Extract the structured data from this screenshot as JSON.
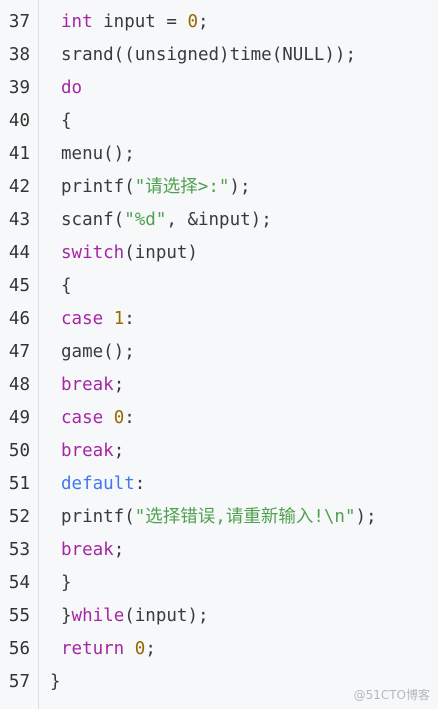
{
  "colors": {
    "keyword": "#a626a4",
    "builtin": "#4078f2",
    "number": "#986801",
    "string": "#50a14f",
    "text": "#383a42"
  },
  "lines": [
    {
      "n": "37",
      "tokens": [
        {
          "t": "int",
          "c": "kw"
        },
        {
          "t": " input = ",
          "c": "txt"
        },
        {
          "t": "0",
          "c": "num"
        },
        {
          "t": ";",
          "c": "txt"
        }
      ]
    },
    {
      "n": "38",
      "tokens": [
        {
          "t": "srand((unsigned)time(NULL));",
          "c": "txt"
        }
      ]
    },
    {
      "n": "39",
      "tokens": [
        {
          "t": "do",
          "c": "kw"
        }
      ]
    },
    {
      "n": "40",
      "tokens": [
        {
          "t": "{",
          "c": "txt"
        }
      ]
    },
    {
      "n": "41",
      "tokens": [
        {
          "t": "menu();",
          "c": "txt"
        }
      ]
    },
    {
      "n": "42",
      "tokens": [
        {
          "t": "printf(",
          "c": "txt"
        },
        {
          "t": "\"请选择>:\"",
          "c": "str"
        },
        {
          "t": ");",
          "c": "txt"
        }
      ]
    },
    {
      "n": "43",
      "tokens": [
        {
          "t": "scanf(",
          "c": "txt"
        },
        {
          "t": "\"%d\"",
          "c": "str"
        },
        {
          "t": ", &input);",
          "c": "txt"
        }
      ]
    },
    {
      "n": "44",
      "tokens": [
        {
          "t": "switch",
          "c": "kw"
        },
        {
          "t": "(input)",
          "c": "txt"
        }
      ]
    },
    {
      "n": "45",
      "tokens": [
        {
          "t": "{",
          "c": "txt"
        }
      ]
    },
    {
      "n": "46",
      "tokens": [
        {
          "t": "case",
          "c": "kw"
        },
        {
          "t": " ",
          "c": "txt"
        },
        {
          "t": "1",
          "c": "num"
        },
        {
          "t": ":",
          "c": "txt"
        }
      ]
    },
    {
      "n": "47",
      "tokens": [
        {
          "t": "game();",
          "c": "txt"
        }
      ]
    },
    {
      "n": "48",
      "tokens": [
        {
          "t": "break",
          "c": "kw"
        },
        {
          "t": ";",
          "c": "txt"
        }
      ]
    },
    {
      "n": "49",
      "tokens": [
        {
          "t": "case",
          "c": "kw"
        },
        {
          "t": " ",
          "c": "txt"
        },
        {
          "t": "0",
          "c": "num"
        },
        {
          "t": ":",
          "c": "txt"
        }
      ]
    },
    {
      "n": "50",
      "tokens": [
        {
          "t": "break",
          "c": "kw"
        },
        {
          "t": ";",
          "c": "txt"
        }
      ]
    },
    {
      "n": "51",
      "tokens": [
        {
          "t": "default",
          "c": "fn"
        },
        {
          "t": ":",
          "c": "txt"
        }
      ]
    },
    {
      "n": "52",
      "tokens": [
        {
          "t": "printf(",
          "c": "txt"
        },
        {
          "t": "\"选择错误,请重新输入!\\n\"",
          "c": "str"
        },
        {
          "t": ");",
          "c": "txt"
        }
      ]
    },
    {
      "n": "53",
      "tokens": [
        {
          "t": "break",
          "c": "kw"
        },
        {
          "t": ";",
          "c": "txt"
        }
      ]
    },
    {
      "n": "54",
      "tokens": [
        {
          "t": "}",
          "c": "txt"
        }
      ]
    },
    {
      "n": "55",
      "tokens": [
        {
          "t": "}",
          "c": "txt"
        },
        {
          "t": "while",
          "c": "kw"
        },
        {
          "t": "(input);",
          "c": "txt"
        }
      ]
    },
    {
      "n": "56",
      "tokens": [
        {
          "t": "return",
          "c": "kw"
        },
        {
          "t": " ",
          "c": "txt"
        },
        {
          "t": "0",
          "c": "num"
        },
        {
          "t": ";",
          "c": "txt"
        }
      ]
    },
    {
      "n": "57",
      "tokens": [
        {
          "t": "}",
          "c": "txt"
        }
      ]
    }
  ],
  "watermark": "@51CTO博客"
}
